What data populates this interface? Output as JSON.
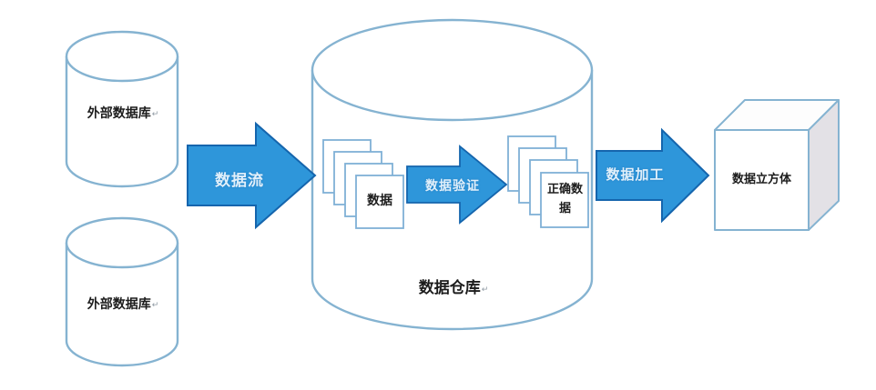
{
  "diagram": {
    "sources": {
      "top_label": "外部数据库",
      "bottom_label": "外部数据库"
    },
    "flow_arrow_label": "数据流",
    "warehouse": {
      "label": "数据仓库",
      "raw_docs_label": "数据",
      "validation_arrow_label": "数据验证",
      "clean_docs_label": "正确数据"
    },
    "processing_arrow_label": "数据加工",
    "cube_label": "数据立方体",
    "paragraph_mark": "↵"
  },
  "colors": {
    "arrow_fill": "#2e96da",
    "arrow_border": "#1565ad",
    "shape_stroke": "#85b3d1",
    "shape_fill": "#ffffff",
    "cube_side_fill": "#e3e1e6",
    "label_text": "#1c1c1c",
    "arrow_text": "#ebf5fd"
  }
}
